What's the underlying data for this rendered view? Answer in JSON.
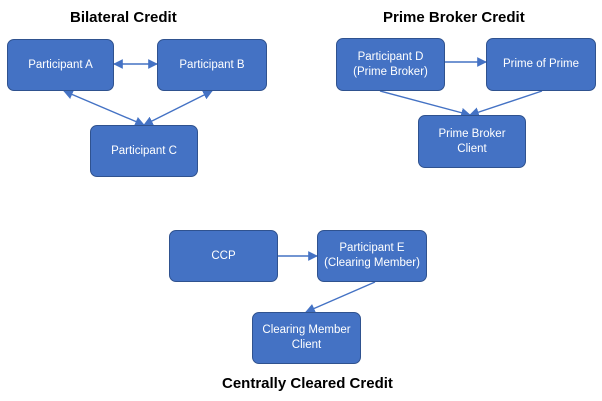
{
  "sections": {
    "bilateral": {
      "title": "Bilateral Credit",
      "nodes": {
        "a": {
          "label": "Participant A"
        },
        "b": {
          "label": "Participant B"
        },
        "c": {
          "label": "Participant C"
        }
      }
    },
    "prime": {
      "title": "Prime Broker Credit",
      "nodes": {
        "d": {
          "line1": "Participant D",
          "line2": "(Prime Broker)"
        },
        "pp": {
          "label": "Prime of Prime"
        },
        "client": {
          "line1": "Prime Broker",
          "line2": "Client"
        }
      }
    },
    "cleared": {
      "title": "Centrally Cleared Credit",
      "nodes": {
        "ccp": {
          "label": "CCP"
        },
        "e": {
          "line1": "Participant E",
          "line2": "(Clearing Member)"
        },
        "client": {
          "line1": "Clearing Member",
          "line2": "Client"
        }
      }
    }
  },
  "colors": {
    "box_fill": "#4472C4",
    "box_border": "#2F528F",
    "arrow": "#4472C4",
    "text": "#ffffff"
  }
}
